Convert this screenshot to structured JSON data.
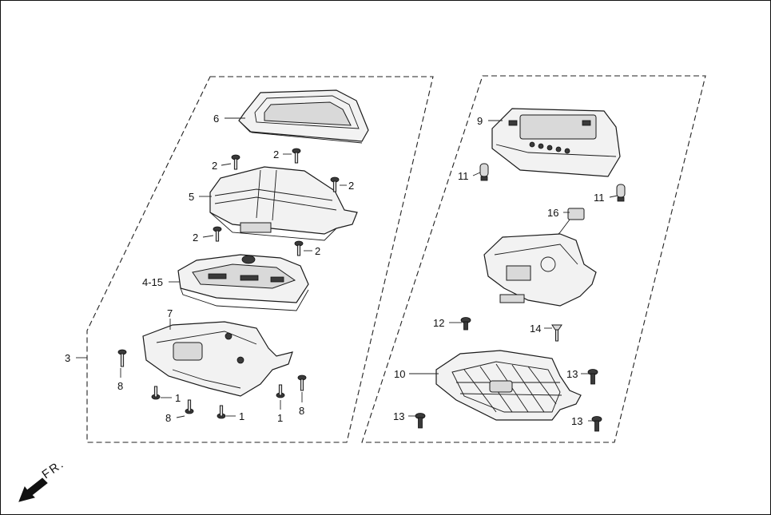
{
  "diagram": {
    "direction_label": "FR.",
    "callouts": [
      "1",
      "2",
      "3",
      "4-15",
      "5",
      "6",
      "7",
      "8",
      "9",
      "10",
      "11",
      "12",
      "13",
      "14",
      "16"
    ]
  }
}
